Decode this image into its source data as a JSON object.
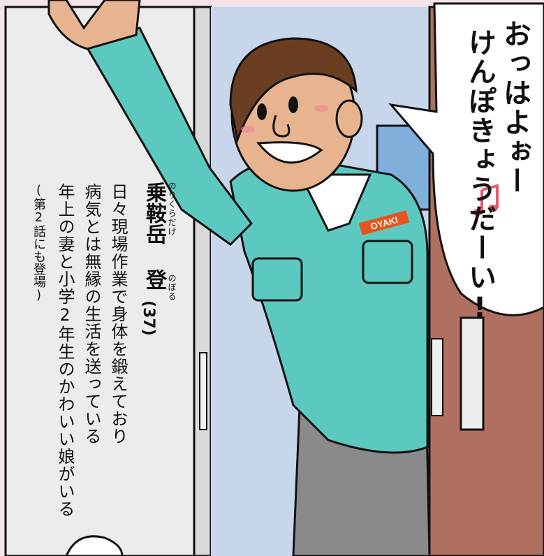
{
  "speech": {
    "line1": "おっはよぉー",
    "line2": "けんぽきょうだーい!",
    "note_icon": "music-note-icon"
  },
  "character": {
    "name": "乗鞍岳 登",
    "ruby_family": "のりくらだけ",
    "ruby_given": "のぼる",
    "age": "(37)",
    "description": [
      "日々現場作業で身体を鍛えており",
      "病気とは無縁の生活を送っている",
      "年上の妻と小学2年生のかわいい娘がいる"
    ],
    "note": "(第2話にも登場)"
  },
  "jacket_logo": "OYAKI",
  "colors": {
    "background": "#f3e4ea",
    "jacket": "#5cc9c0",
    "skin": "#e8b48f",
    "door": "#b07060",
    "pants": "#8a8a8a",
    "note": "#e85a70",
    "logo": "#e8541c"
  }
}
